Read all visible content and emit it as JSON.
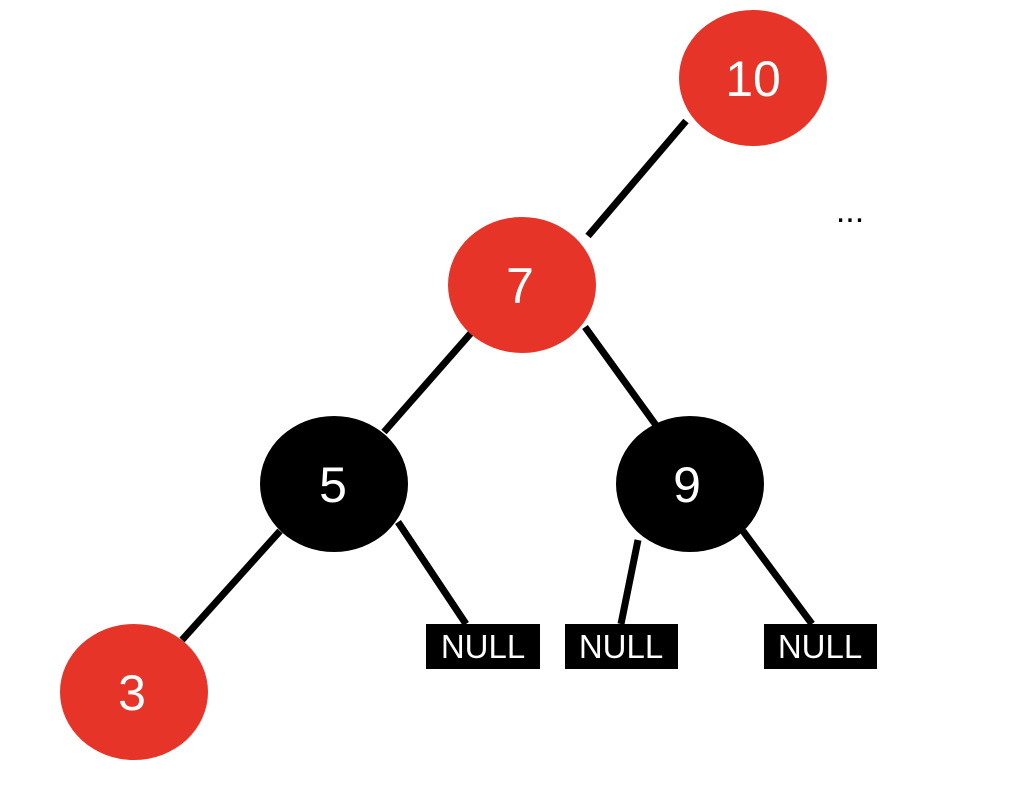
{
  "colors": {
    "red": "#E63428",
    "black": "#000000",
    "label": "#FFFFFF",
    "edge": "#000000"
  },
  "nodes": {
    "n10": {
      "label": "10",
      "color": "red"
    },
    "n7": {
      "label": "7",
      "color": "red"
    },
    "n5": {
      "label": "5",
      "color": "black"
    },
    "n9": {
      "label": "9",
      "color": "black"
    },
    "n3": {
      "label": "3",
      "color": "red"
    }
  },
  "null_leaves": {
    "null_5_right": {
      "label": "NULL"
    },
    "null_9_left": {
      "label": "NULL"
    },
    "null_9_right": {
      "label": "NULL"
    }
  },
  "ellipsis": "..."
}
